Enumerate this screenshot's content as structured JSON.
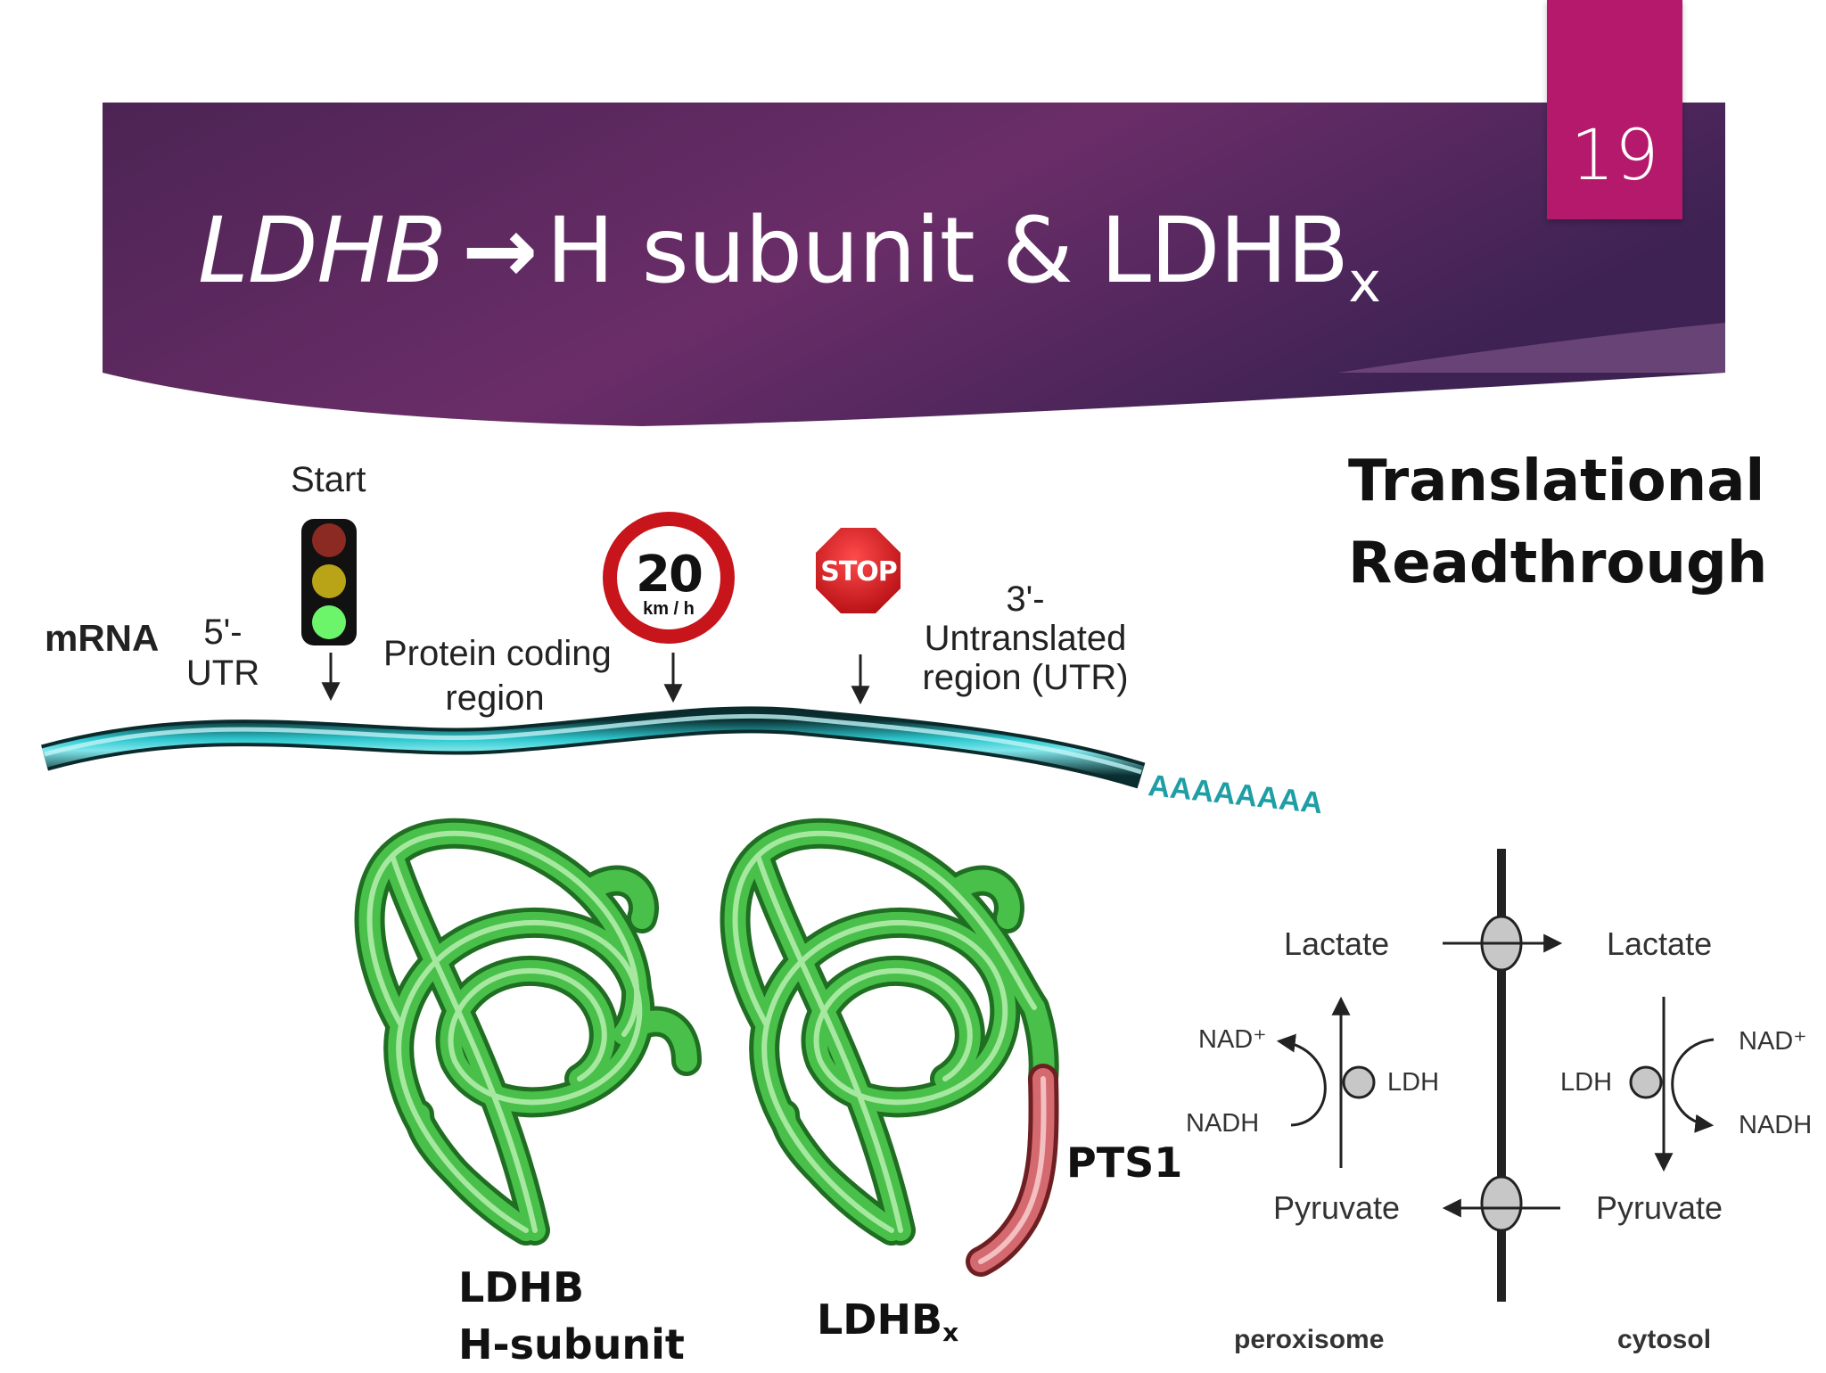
{
  "slide": {
    "title_gene": "LDHB",
    "title_rest": "H subunit & LDHB",
    "title_subscript": "x",
    "page_number": "19"
  },
  "diagram": {
    "mrna_label": "mRNA",
    "utr5_line1": "5'-",
    "utr5_line2": "UTR",
    "start_label": "Start",
    "coding_line1": "Protein coding",
    "coding_line2": "region",
    "speed_value": "20",
    "speed_unit": "km / h",
    "stop_sign": "STOP",
    "utr3_line1": "3'-",
    "utr3_line2": "Untranslated",
    "utr3_line3": "region (UTR)",
    "poly_a": "AAAAAAAA",
    "heading_line1": "Translational",
    "heading_line2": "Readthrough",
    "pts1_label": "PTS1",
    "protein1_line1": "LDHB",
    "protein1_line2": "H-subunit",
    "protein2_main": "LDHB",
    "protein2_sub": "x",
    "lactate_left": "Lactate",
    "lactate_right": "Lactate",
    "nad_left": "NAD⁺",
    "nad_right": "NAD⁺",
    "nadh_left": "NADH",
    "nadh_right": "NADH",
    "ldh_left": "LDH",
    "ldh_right": "LDH",
    "pyruvate_left": "Pyruvate",
    "pyruvate_right": "Pyruvate",
    "compartment_left": "peroxisome",
    "compartment_right": "cytosol"
  },
  "colors": {
    "banner": "#5e2a63",
    "page_tab": "#b5196b",
    "mrna_strand": "#1fb8c0",
    "protein_green": "#3eaa3e",
    "pts1_red": "#c8545a"
  }
}
